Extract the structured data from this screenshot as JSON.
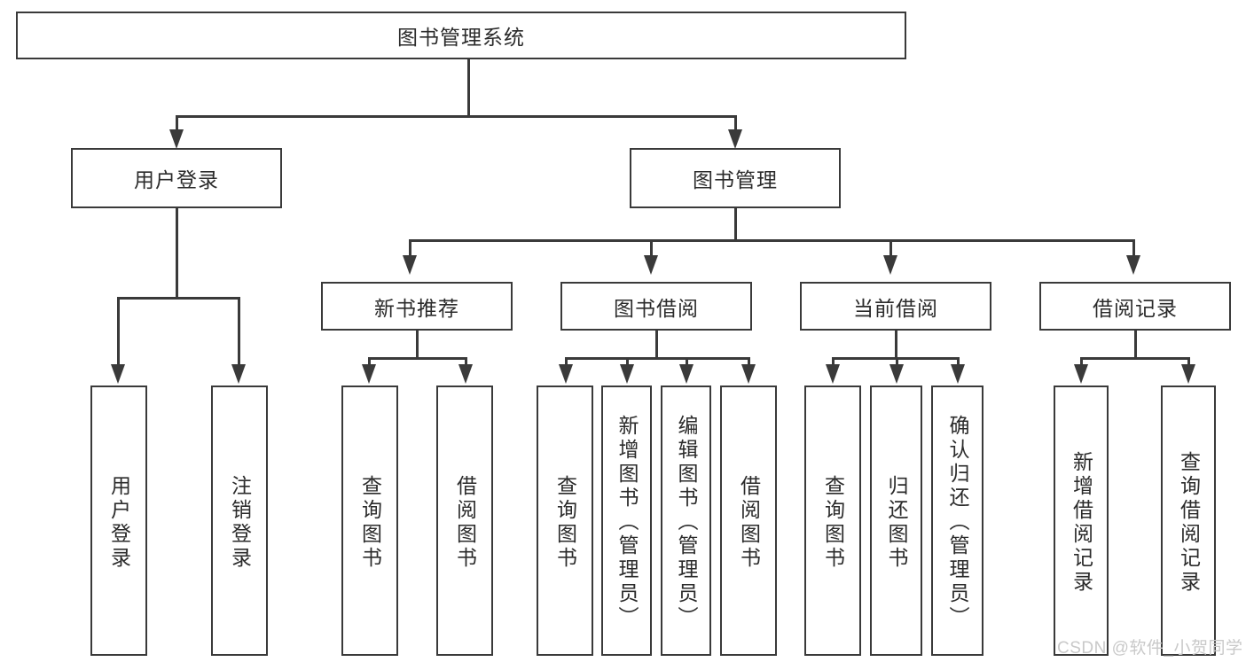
{
  "diagram": {
    "title": "图书管理系统",
    "type": "tree-hierarchy-diagram",
    "root": {
      "label": "图书管理系统"
    },
    "level2": [
      {
        "label": "用户登录"
      },
      {
        "label": "图书管理"
      }
    ],
    "level3": [
      {
        "label": "新书推荐"
      },
      {
        "label": "图书借阅"
      },
      {
        "label": "当前借阅"
      },
      {
        "label": "借阅记录"
      }
    ],
    "leaves": {
      "user_login": [
        {
          "label": "用户登录"
        },
        {
          "label": "注销登录"
        }
      ],
      "new_book_recommend": [
        {
          "label": "查询图书"
        },
        {
          "label": "借阅图书"
        }
      ],
      "book_borrow": [
        {
          "label": "查询图书"
        },
        {
          "label": "新增图书（管理员）"
        },
        {
          "label": "编辑图书（管理员）"
        },
        {
          "label": "借阅图书"
        }
      ],
      "current_borrow": [
        {
          "label": "查询图书"
        },
        {
          "label": "归还图书"
        },
        {
          "label": "确认归还（管理员）"
        }
      ],
      "borrow_record": [
        {
          "label": "新增借阅记录"
        },
        {
          "label": "查询借阅记录"
        }
      ]
    },
    "colors": {
      "stroke": "#3a3a3a",
      "fill": "#ffffff",
      "text": "#2b2b2b",
      "watermark": "#c9c9c9"
    }
  },
  "watermark": {
    "text": "CSDN @软件_小贺同学"
  }
}
